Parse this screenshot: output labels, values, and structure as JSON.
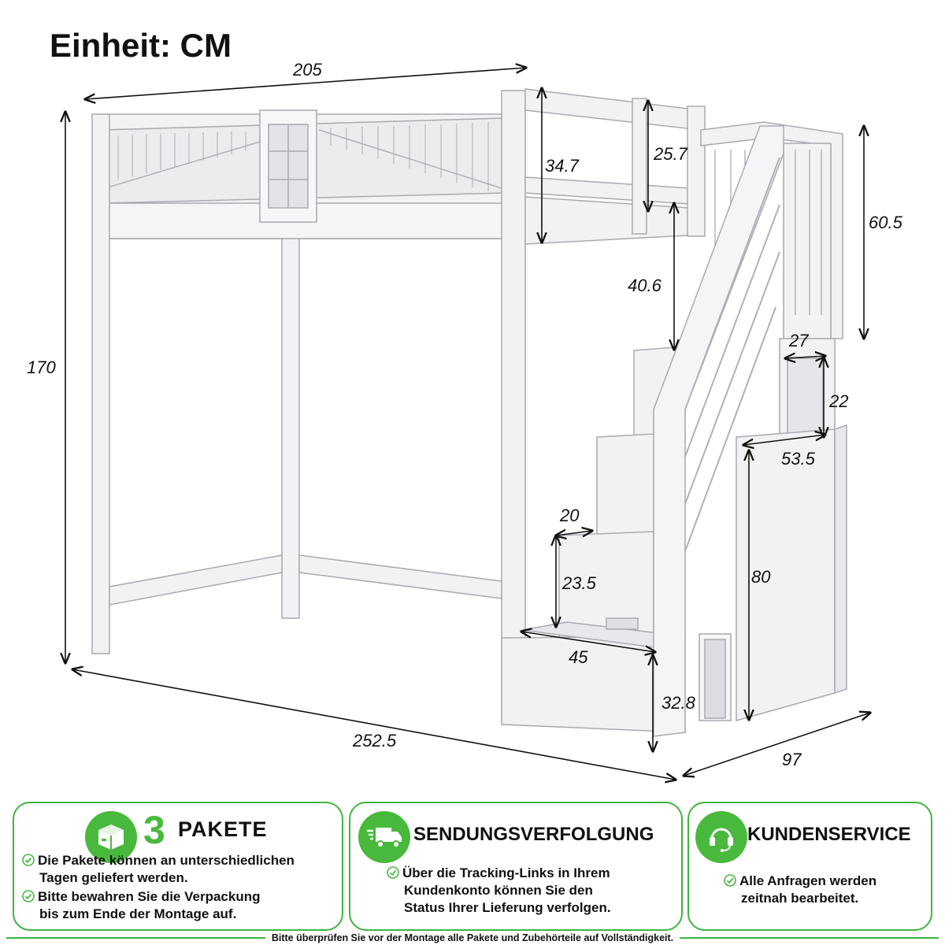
{
  "title": "Einheit: CM",
  "dimensions": {
    "width_top": "205",
    "height_total": "170",
    "length_total": "252.5",
    "depth": "97",
    "guard_rail_height": "34.7",
    "guard_rail_gap": "25.7",
    "stair_rail_height": "60.5",
    "top_step_to_deck": "40.6",
    "cubby_width": "27",
    "cubby_height": "22",
    "stair_depth": "53.5",
    "cabinet_height": "80",
    "step_width": "20",
    "step_height": "23.5",
    "bottom_step_depth": "45",
    "bottom_step_height": "32.8"
  },
  "cards": {
    "packages": {
      "number": "3",
      "title": "PAKETE",
      "icon": "package-icon",
      "bullets": [
        [
          "Die Pakete können an unterschiedlichen",
          "Tagen geliefert werden."
        ],
        [
          "Bitte bewahren Sie die Verpackung",
          "bis zum Ende der Montage auf."
        ]
      ]
    },
    "tracking": {
      "title": "SENDUNGSVERFOLGUNG",
      "icon": "delivery-truck-icon",
      "bullets": [
        [
          "Über die Tracking-Links in Ihrem",
          "Kundenkonto können Sie den",
          "Status Ihrer Lieferung verfolgen."
        ]
      ]
    },
    "service": {
      "title": "KUNDENSERVICE",
      "icon": "headset-icon",
      "bullets": [
        [
          "Alle Anfragen werden",
          "zeitnah bearbeitet."
        ]
      ]
    }
  },
  "footer_note": "Bitte überprüfen Sie vor der Montage alle Pakete und Zubehörteile auf Vollständigkeit.",
  "colors": {
    "accent_green": "#48b93c",
    "border_green": "#3fb43f",
    "furniture_fill": "#f2f2f4",
    "furniture_stroke": "#a9a9b1"
  }
}
